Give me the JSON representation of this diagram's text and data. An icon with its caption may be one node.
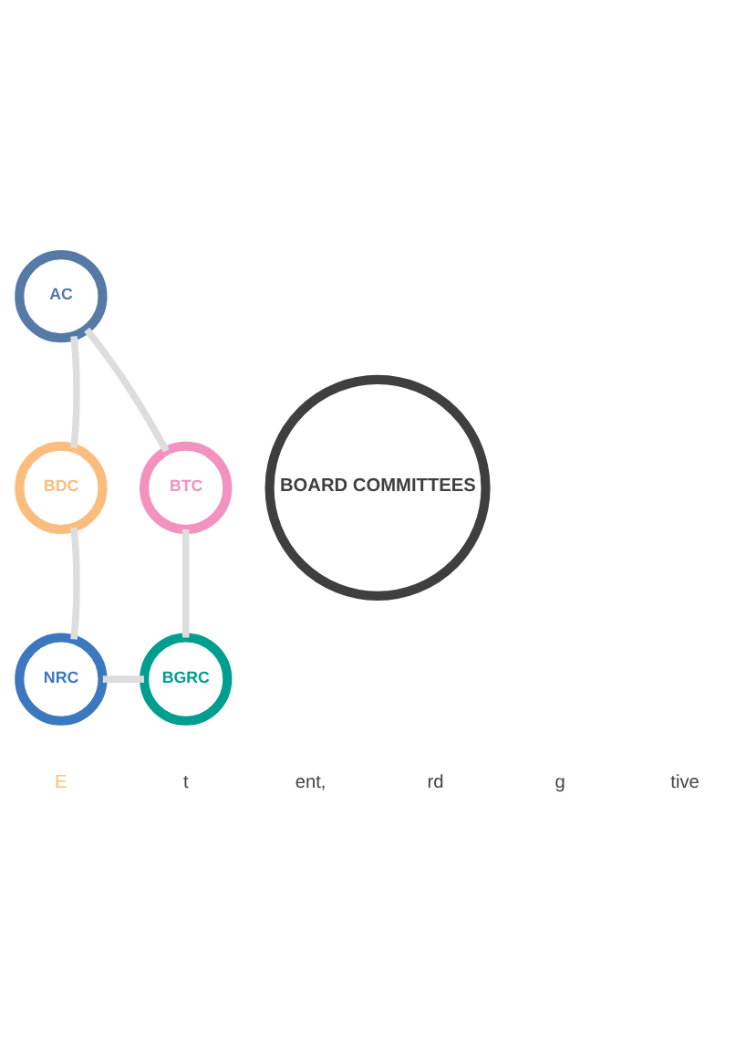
{
  "diagram": {
    "nodes": [
      {
        "text": [
          "BOARD COMMITTEES"
        ]
      },
      {
        "text": [
          "AC"
        ]
      },
      {
        "text": [
          "BTC"
        ]
      },
      {
        "text": [
          "BGRC"
        ]
      },
      {
        "text": [
          "NRC"
        ]
      },
      {
        "text": [
          "BDC"
        ]
      }
    ],
    "edges": [
      {
        "from": 1,
        "to": 2,
        "arrow": "none"
      },
      {
        "from": 2,
        "to": 3,
        "arrow": "none"
      },
      {
        "from": 3,
        "to": 4,
        "arrow": "none"
      },
      {
        "from": 4,
        "to": 5,
        "arrow": "none"
      },
      {
        "from": 5,
        "to": 1,
        "arrow": "none"
      }
    ],
    "labels": [
      "E",
      "t",
      "ent,",
      "rd",
      "g",
      "tive"
    ]
  }
}
